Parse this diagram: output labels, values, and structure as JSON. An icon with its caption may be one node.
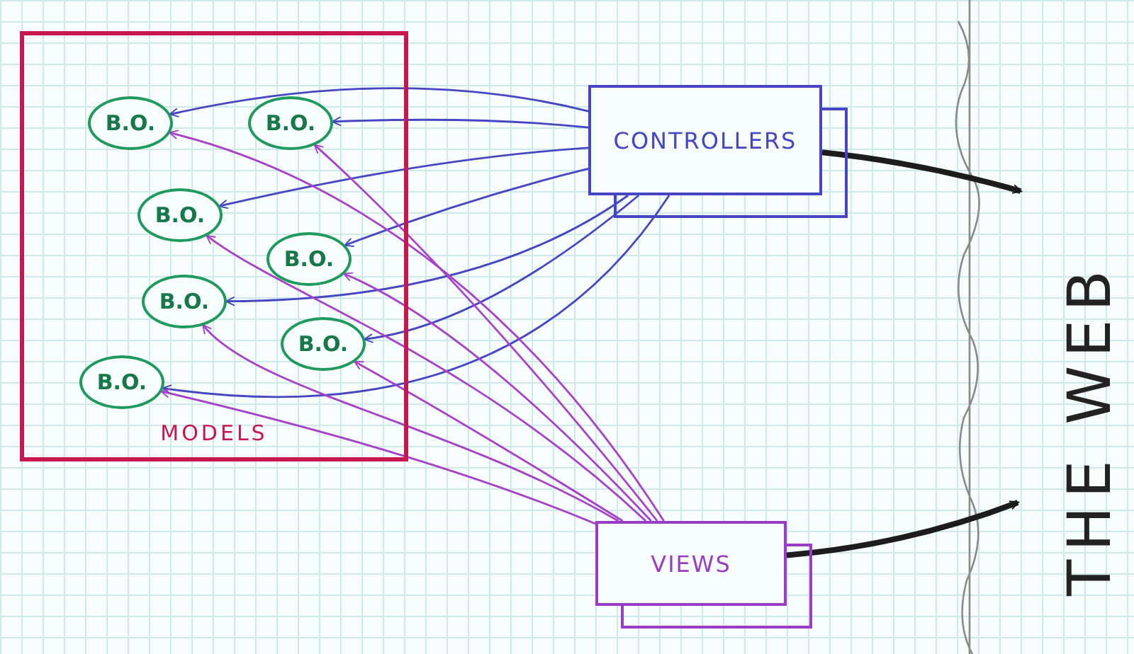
{
  "diagram": {
    "nodes": [
      {
        "text": [
          "MODELS"
        ]
      },
      {
        "text": [
          "B.O."
        ],
        "in": 0
      },
      {
        "text": [
          "B.O."
        ],
        "in": 0
      },
      {
        "text": [
          "B.O."
        ],
        "in": 0
      },
      {
        "text": [
          "B.O."
        ],
        "in": 0
      },
      {
        "text": [
          "B.O."
        ],
        "in": 0
      },
      {
        "text": [
          "B.O."
        ],
        "in": 0
      },
      {
        "text": [
          "B.O."
        ],
        "in": 0
      },
      {
        "text": [
          "CONTROLLERS"
        ]
      },
      {
        "text": [
          "VIEWS"
        ]
      }
    ],
    "edges": [
      {
        "from": 8,
        "to": 1,
        "arrow": "to"
      },
      {
        "from": 8,
        "to": 2,
        "arrow": "to"
      },
      {
        "from": 8,
        "to": 3,
        "arrow": "to"
      },
      {
        "from": 8,
        "to": 4,
        "arrow": "to"
      },
      {
        "from": 8,
        "to": 5,
        "arrow": "to"
      },
      {
        "from": 8,
        "to": 6,
        "arrow": "to"
      },
      {
        "from": 8,
        "to": 7,
        "arrow": "to"
      },
      {
        "from": 9,
        "to": 1,
        "arrow": "to",
        "color": "#a642c9"
      },
      {
        "from": 9,
        "to": 2,
        "arrow": "to",
        "color": "#a642c9"
      },
      {
        "from": 9,
        "to": 3,
        "arrow": "to",
        "color": "#a642c9"
      },
      {
        "from": 9,
        "to": 4,
        "arrow": "to",
        "color": "#a642c9"
      },
      {
        "from": 9,
        "to": 5,
        "arrow": "to",
        "color": "#a642c9"
      },
      {
        "from": 9,
        "to": 6,
        "arrow": "to",
        "color": "#a642c9"
      },
      {
        "from": 9,
        "to": 7,
        "arrow": "to",
        "color": "#a642c9"
      },
      {
        "from": 8,
        "to": null,
        "arrow": "to",
        "style": "thick",
        "color": "#1c1c1c"
      },
      {
        "from": 9,
        "to": null,
        "arrow": "to",
        "style": "thick",
        "color": "#1c1c1c"
      }
    ],
    "labels": [
      "THE WEB"
    ]
  }
}
